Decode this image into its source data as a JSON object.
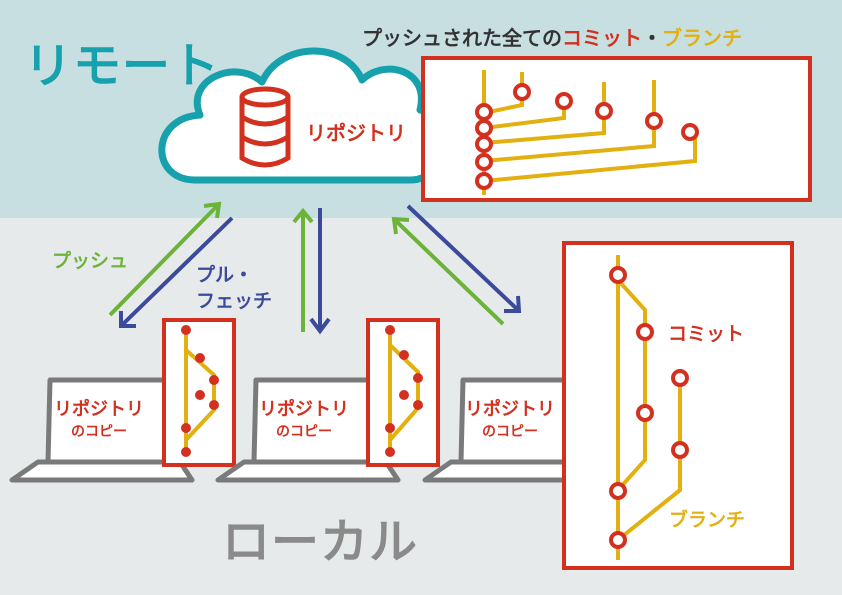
{
  "zones": {
    "remote_title": "リモート",
    "local_title": "ローカル"
  },
  "header": {
    "prefix": "プッシュされた全ての",
    "commit_word": "コミット",
    "separator": "・",
    "branch_word": "ブランチ"
  },
  "cloud": {
    "label": "リポジトリ"
  },
  "arrows": {
    "push_label": "プッシュ",
    "pull_label_line1": "プル・",
    "pull_label_line2": "フェッチ"
  },
  "laptops": [
    {
      "label": "リポジトリ",
      "sublabel": "のコピー"
    },
    {
      "label": "リポジトリ",
      "sublabel": "のコピー"
    },
    {
      "label": "リポジトリ",
      "sublabel": "のコピー"
    }
  ],
  "legend": {
    "commit_label": "コミット",
    "branch_label": "ブランチ"
  },
  "colors": {
    "remote_bg": "#c8dfe2",
    "local_bg": "#e7eaea",
    "accent_teal": "#16a1ac",
    "commit_red": "#d3311f",
    "branch_yellow": "#e2b00f",
    "push_green": "#6cb33a",
    "pull_blue": "#3c4a9b",
    "laptop_gray": "#7a7a7a"
  }
}
